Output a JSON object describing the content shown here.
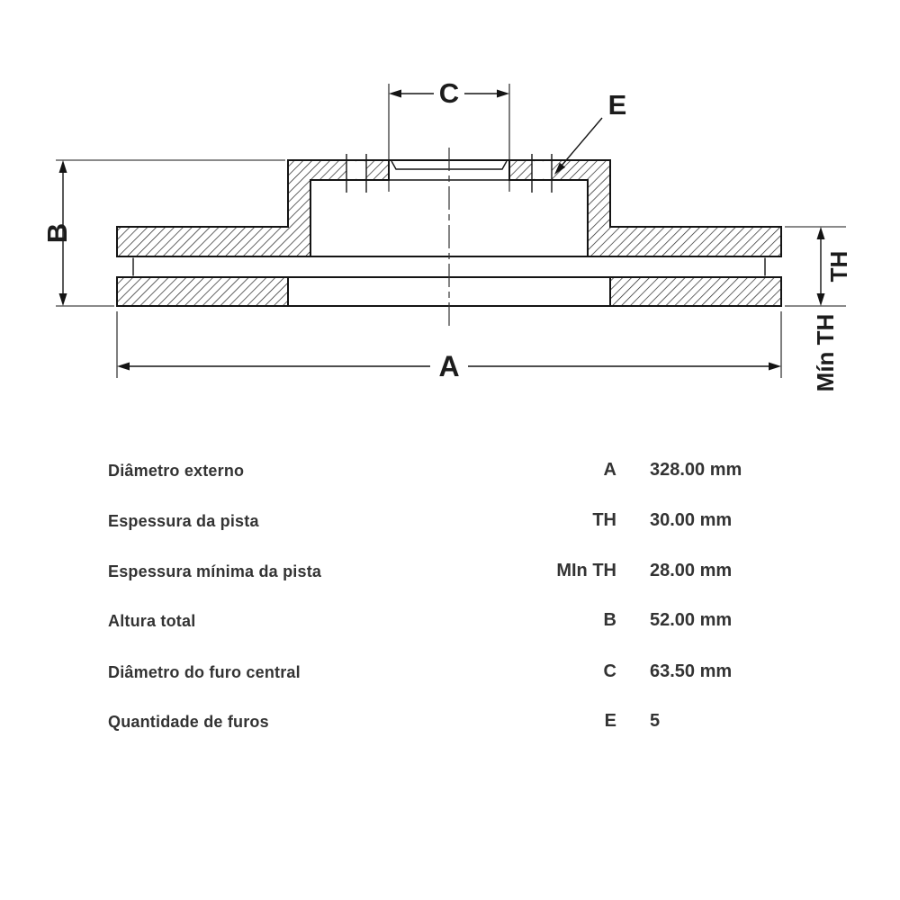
{
  "colors": {
    "line": "#141414",
    "text": "#333333",
    "background": "#ffffff"
  },
  "diagram": {
    "labels": {
      "a": "A",
      "b": "B",
      "c": "C",
      "e": "E",
      "th": "TH",
      "min_th": "Mín TH"
    }
  },
  "specs": {
    "rows": [
      {
        "label": "Diâmetro externo",
        "code": "A",
        "value": "328.00 mm"
      },
      {
        "label": "Espessura da pista",
        "code": "TH",
        "value": "30.00 mm"
      },
      {
        "label": "Espessura mínima da pista",
        "code": "MIn TH",
        "value": "28.00 mm"
      },
      {
        "label": "Altura total",
        "code": "B",
        "value": "52.00 mm"
      },
      {
        "label": "Diâmetro do furo central",
        "code": "C",
        "value": "63.50 mm"
      },
      {
        "label": "Quantidade de furos",
        "code": "E",
        "value": "5"
      }
    ]
  }
}
